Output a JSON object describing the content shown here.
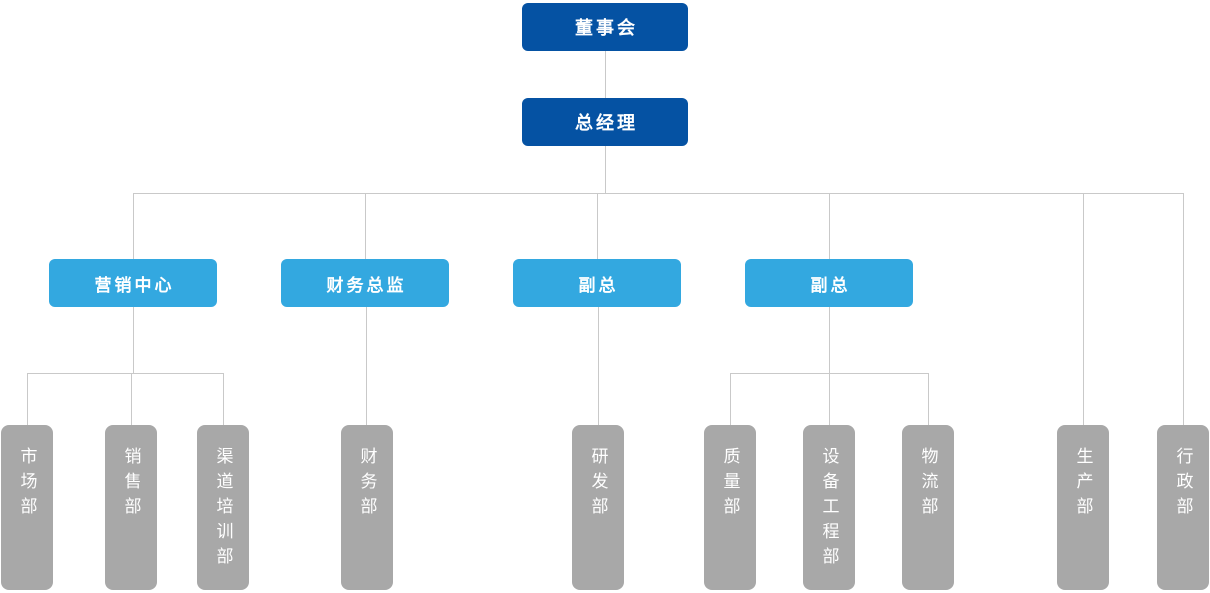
{
  "colors": {
    "executive-box": "#0552a3",
    "manager-box": "#33a8e0",
    "department-box": "#a8a8a8",
    "connector": "#c9c9c9",
    "box-text": "#ffffff"
  },
  "org": {
    "board": {
      "label": "董事会"
    },
    "general_manager": {
      "label": "总经理"
    },
    "branches": [
      {
        "label": "营销中心",
        "children": [
          {
            "label": "市场部"
          },
          {
            "label": "销售部"
          },
          {
            "label": "渠道培训部"
          }
        ]
      },
      {
        "label": "财务总监",
        "children": [
          {
            "label": "财务部"
          }
        ]
      },
      {
        "label": "副总",
        "children": [
          {
            "label": "研发部"
          }
        ]
      },
      {
        "label": "副总",
        "children": [
          {
            "label": "质量部"
          },
          {
            "label": "设备工程部"
          },
          {
            "label": "物流部"
          }
        ]
      }
    ],
    "direct_departments": [
      {
        "label": "生产部"
      },
      {
        "label": "行政部"
      }
    ]
  }
}
